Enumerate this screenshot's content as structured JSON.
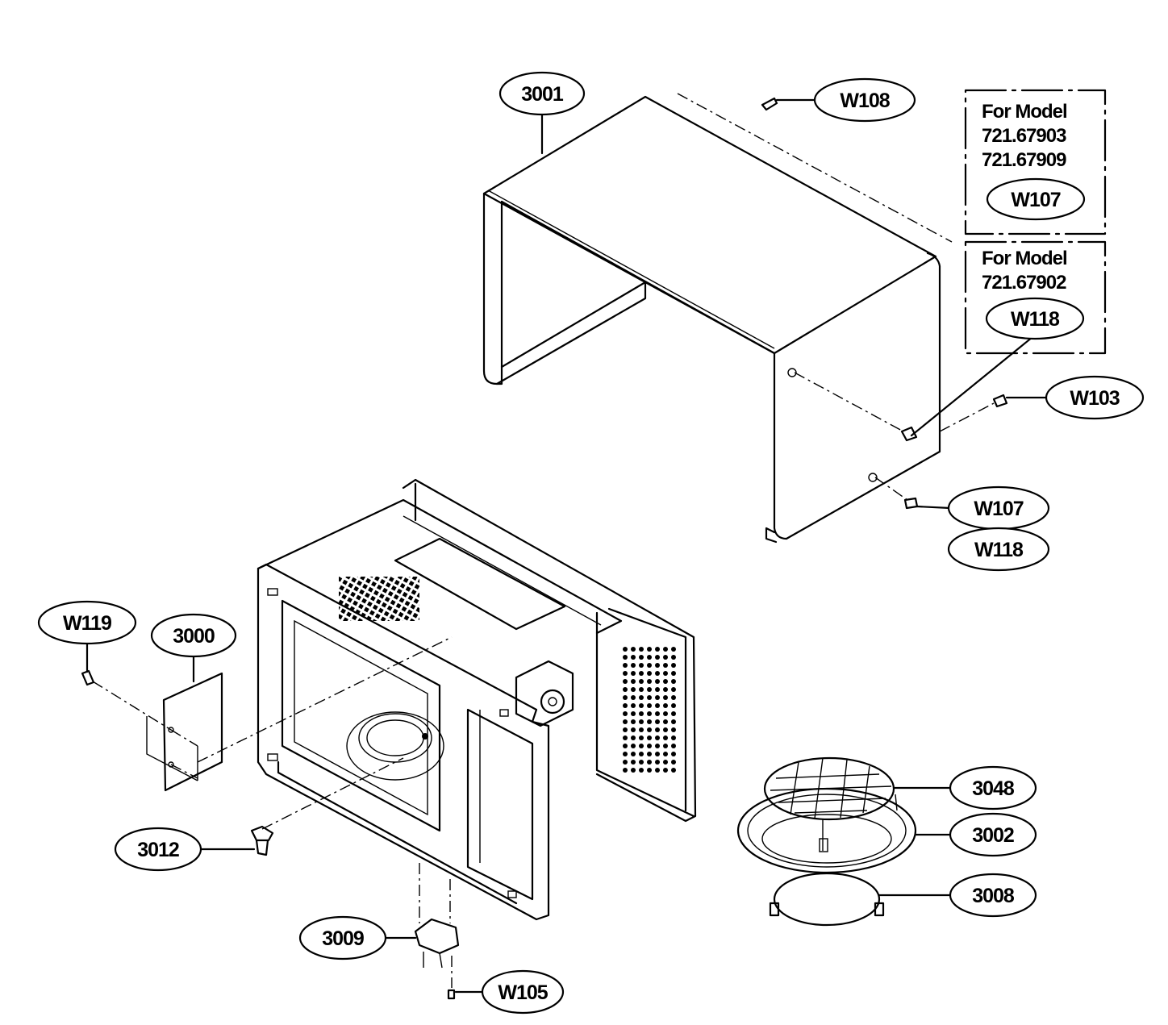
{
  "colors": {
    "ink": "#000000",
    "paper": "#ffffff"
  },
  "callouts": {
    "c3001": "3001",
    "w108": "W108",
    "w107_top": "W107",
    "w118_top": "W118",
    "w103": "W103",
    "w107": "W107",
    "w118": "W118",
    "w119": "W119",
    "c3000": "3000",
    "c3048": "3048",
    "c3002": "3002",
    "c3008": "3008",
    "c3012": "3012",
    "c3009": "3009",
    "w105": "W105"
  },
  "model_notes": [
    {
      "heading": "For Model",
      "models": [
        "721.67903",
        "721.67909"
      ]
    },
    {
      "heading": "For Model",
      "models": [
        "721.67902"
      ]
    }
  ]
}
